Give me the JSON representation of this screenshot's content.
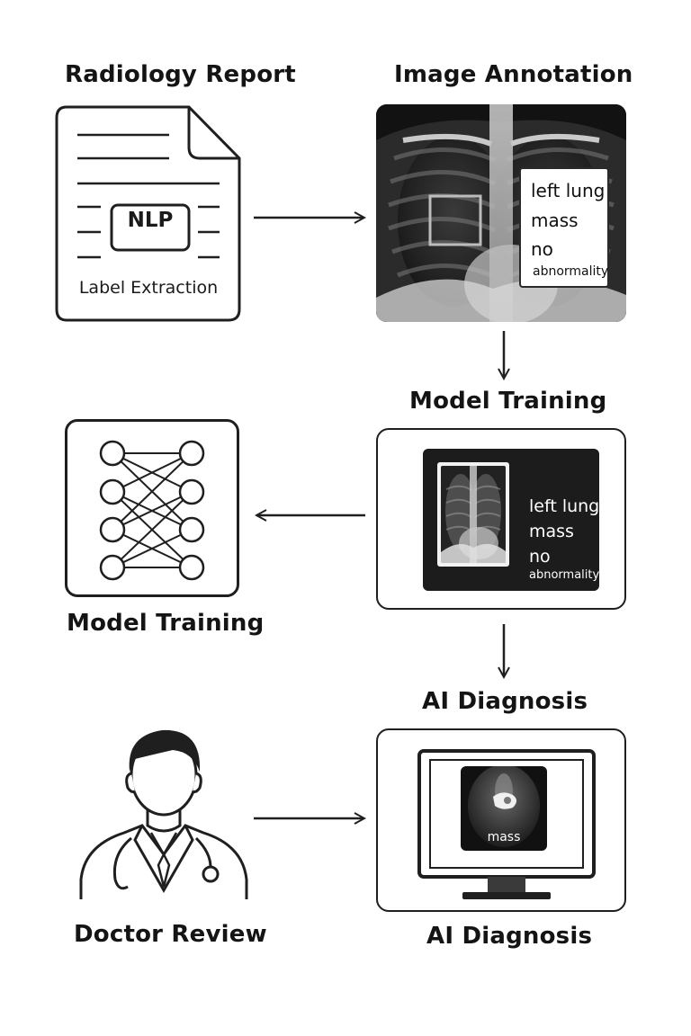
{
  "steps": {
    "radiology_report": {
      "title": "Radiology Report",
      "nlp_label": "NLP",
      "caption": "Label Extraction"
    },
    "image_annotation": {
      "title": "Image Annotation",
      "labels": [
        "left lung",
        "mass",
        "no",
        "abnormality"
      ]
    },
    "model_training_center": {
      "title": "Model Training",
      "labels": [
        "left lung",
        "mass",
        "no",
        "abnormality"
      ]
    },
    "model_training_left": {
      "title": "Model Training"
    },
    "ai_diagnosis_center": {
      "title": "AI Diagnosis"
    },
    "doctor_review": {
      "title": "Doctor Review"
    },
    "ai_diagnosis_monitor": {
      "title": "AI Diagnosis",
      "finding_label": "mass"
    }
  },
  "icons": [
    "document-icon",
    "chest-xray-image",
    "neural-network-icon",
    "doctor-icon",
    "monitor-icon",
    "arrow-right-icon",
    "arrow-down-icon",
    "arrow-left-icon"
  ],
  "colors": {
    "stroke": "#1f1f1f",
    "background": "#ffffff",
    "panel_dark": "#1a1a1a"
  }
}
